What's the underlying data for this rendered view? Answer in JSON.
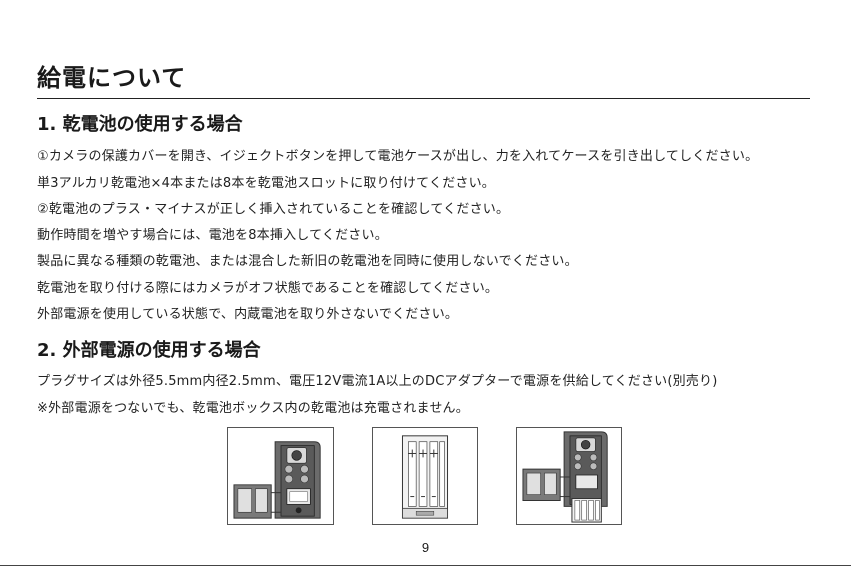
{
  "title": "給電について",
  "section1": {
    "heading": "1. 乾電池の使用する場合",
    "lines": [
      "①カメラの保護カバーを開き、イジェクトボタンを押して電池ケースが出し、力を入れてケースを引き出してしください。",
      "単3アルカリ乾電池×4本または8本を乾電池スロットに取り付けてください。",
      "②乾電池のプラス・マイナスが正しく挿入されていることを確認してください。",
      "動作時間を増やす場合には、電池を8本挿入してください。",
      "製品に異なる種類の乾電池、または混合した新旧の乾電池を同時に使用しないでください。",
      "乾電池を取り付ける際にはカメラがオフ状態であることを確認してください。",
      "外部電源を使用している状態で、内蔵電池を取り外さないでください。"
    ]
  },
  "section2": {
    "heading": "2. 外部電源の使用する場合",
    "lines": [
      "プラグサイズは外径5.5mm内径2.5mm、電圧12V電流1A以上のDCアダプターで電源を供給してください(別売り)",
      "※外部電源をつないでも、乾電池ボックス内の乾電池は充電されません。"
    ]
  },
  "page_number": "9"
}
